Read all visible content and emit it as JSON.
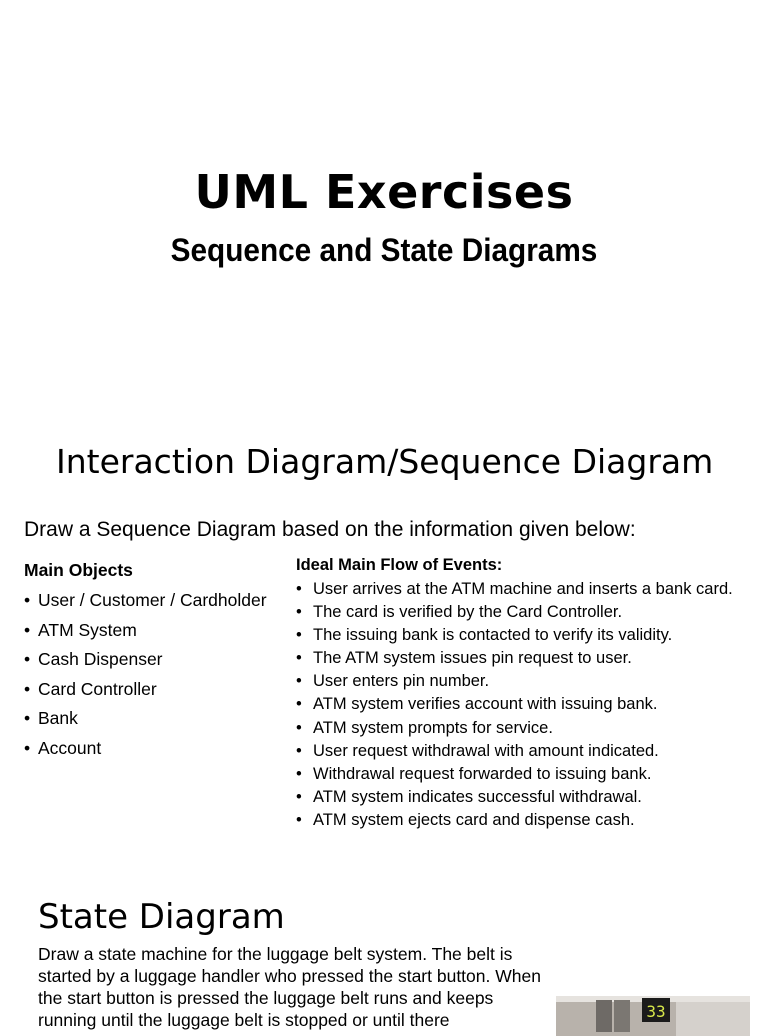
{
  "slide1": {
    "title": "UML Exercises",
    "subtitle": "Sequence and State Diagrams"
  },
  "slide2": {
    "title": "Interaction Diagram/Sequence Diagram",
    "intro": "Draw a Sequence Diagram based on the information given below:",
    "objects_heading": "Main Objects",
    "objects": [
      "User / Customer / Cardholder",
      "ATM System",
      "Cash Dispenser",
      "Card Controller",
      "Bank",
      "Account"
    ],
    "events_heading": "Ideal Main Flow of Events:",
    "events": [
      "User arrives at the ATM machine and inserts a bank card.",
      "The card is verified by the Card Controller.",
      "The issuing bank is contacted to verify its validity.",
      "The ATM system issues pin request to user.",
      "User enters pin number.",
      "ATM system verifies account with issuing bank.",
      "ATM system prompts for service.",
      "User request withdrawal with amount indicated.",
      "Withdrawal request forwarded to issuing bank.",
      "ATM system indicates successful withdrawal.",
      "ATM system ejects card and dispense cash."
    ]
  },
  "slide3": {
    "title": "State Diagram",
    "body": "Draw a state machine for the luggage belt system. The belt is started by a luggage handler who pressed the start button. When the start button is pressed the luggage belt runs and keeps running until the luggage belt is stopped or until there",
    "photo_sign": "33"
  }
}
